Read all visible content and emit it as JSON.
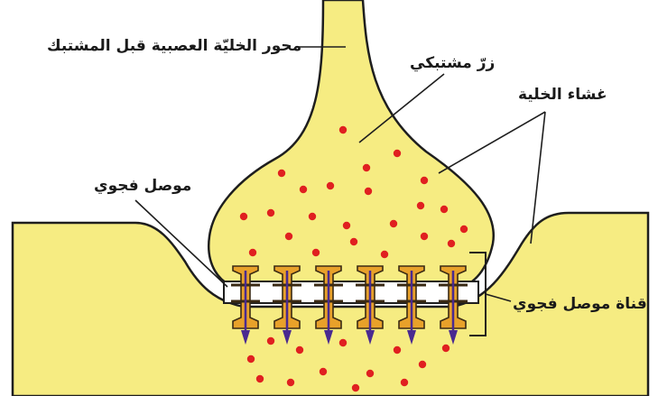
{
  "labels": {
    "presynaptic_axon": "محور الخليّة العصبية قبل المشتبك",
    "synaptic_knob": "زرّ مشتبكي",
    "cell_membrane": "غشاء الخلية",
    "gap_junction": "موصل فجوي",
    "gap_junction_channel": "قناة موصل فجوي"
  },
  "colors": {
    "cytoplasm": "#f6ec82",
    "membrane": "#1e1e1e",
    "dots": "#e02020",
    "connexon_fill": "#e8a12a",
    "connexon_outline": "#3a2a14",
    "arrow": "#4a2a90"
  },
  "icons": [
    "connexon-channel-icon",
    "ion-flow-arrow-icon"
  ]
}
